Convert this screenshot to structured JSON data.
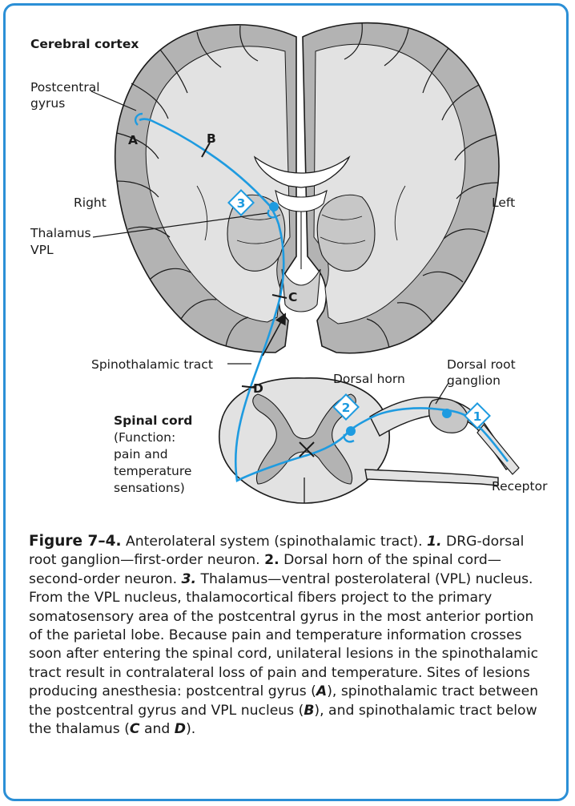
{
  "labels": {
    "cerebral_cortex": "Cerebral cortex",
    "postcentral_line1": "Postcentral",
    "postcentral_line2": "gyrus",
    "right": "Right",
    "left": "Left",
    "thalamus_line1": "Thalamus",
    "thalamus_line2": "VPL",
    "spinothalamic_tract": "Spinothalamic tract",
    "dorsal_horn": "Dorsal horn",
    "dorsal_root_line1": "Dorsal root",
    "dorsal_root_line2": "ganglion",
    "spinal_cord": "Spinal cord",
    "function_line1": "(Function:",
    "function_line2": "pain and",
    "function_line3": "temperature",
    "function_line4": "sensations)",
    "receptor": "Receptor"
  },
  "lesion_sites": {
    "a": "A",
    "b": "B",
    "c": "C",
    "d": "D"
  },
  "neuron_markers": {
    "first": "1",
    "second": "2",
    "third": "3"
  },
  "caption": {
    "figure_label": "Figure 7–4.",
    "intro": " Anterolateral system (spinothalamic tract). ",
    "n1": "1.",
    "n1_text": " DRG-dorsal root ganglion—first-order neuron. ",
    "n2": "2.",
    "n2_text": " Dorsal horn of the spinal cord—second-order neuron. ",
    "n3": "3.",
    "n3_text": " Thalamus—ventral posterolateral (VPL) nucleus. From the VPL nucleus, thalamocortical fibers project to the primary somatosensory area of the postcentral gyrus in the most anterior portion of the parietal lobe. Because pain and temperature information crosses soon after entering the spinal cord, unilateral lesions in the spinothalamic tract result in contralateral loss of pain and temperature. Sites of lesions producing anesthesia: postcentral gyrus (",
    "site_a": "A",
    "sep1": "), spinothalamic tract between the postcentral gyrus and VPL nucleus (",
    "site_b": "B",
    "sep2": "), and spinothalamic tract below the thalamus (",
    "site_c": "C",
    "and": " and ",
    "site_d": "D",
    "end": ")."
  },
  "colors": {
    "frame": "#2b8fd6",
    "pathway": "#1e9be0",
    "gray_matter": "#b3b3b3",
    "white_matter": "#e2e2e2",
    "outline": "#1a1a1a"
  }
}
